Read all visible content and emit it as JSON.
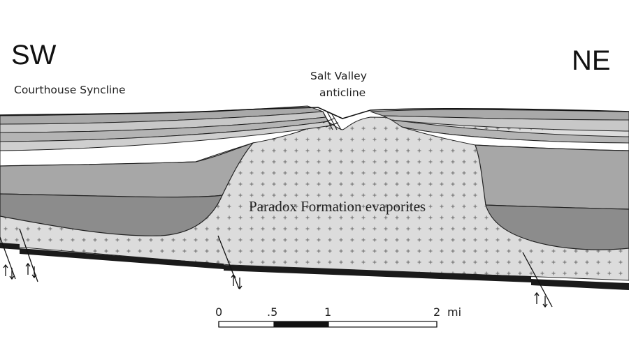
{
  "labels": {
    "sw": "SW",
    "ne": "NE",
    "syncline": "Courthouse Syncline",
    "anticline_line1": "Salt Valley",
    "anticline_line2": "anticline",
    "formation": "Paradox Formation evaporites"
  },
  "scale_bar": {
    "ticks": [
      "0",
      ".5",
      "1",
      "2"
    ],
    "unit": "mi"
  },
  "colors": {
    "background": "#ffffff",
    "salt": "#d9d9d9",
    "dark_layer": "#8a8a8a",
    "mid_layer": "#a4a4a4",
    "light_layer": "#c6c6c6",
    "basement_line": "#1a1a1a",
    "ink": "#111111"
  },
  "legend_symbols": {
    "salt_fill": "plus-pattern",
    "fault_motion": "up-down-arrows"
  }
}
